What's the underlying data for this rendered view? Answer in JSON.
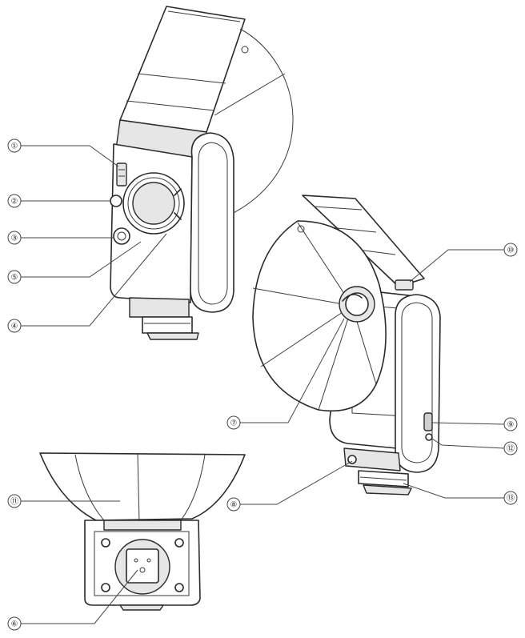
{
  "callouts": [
    {
      "id": "c1",
      "label": "①"
    },
    {
      "id": "c2",
      "label": "②"
    },
    {
      "id": "c3",
      "label": "③"
    },
    {
      "id": "c4",
      "label": "④"
    },
    {
      "id": "c5",
      "label": "⑤"
    },
    {
      "id": "c6",
      "label": "⑥"
    },
    {
      "id": "c7",
      "label": "⑦"
    },
    {
      "id": "c8",
      "label": "⑧"
    },
    {
      "id": "c9",
      "label": "⑨"
    },
    {
      "id": "c10",
      "label": "⑩"
    },
    {
      "id": "c11",
      "label": "⑪"
    },
    {
      "id": "c12",
      "label": "⑫"
    },
    {
      "id": "c13",
      "label": "⑬"
    }
  ],
  "colors": {
    "line": "#2a2a2a",
    "fill": "#ffffff",
    "shade": "#e6e6e6"
  }
}
